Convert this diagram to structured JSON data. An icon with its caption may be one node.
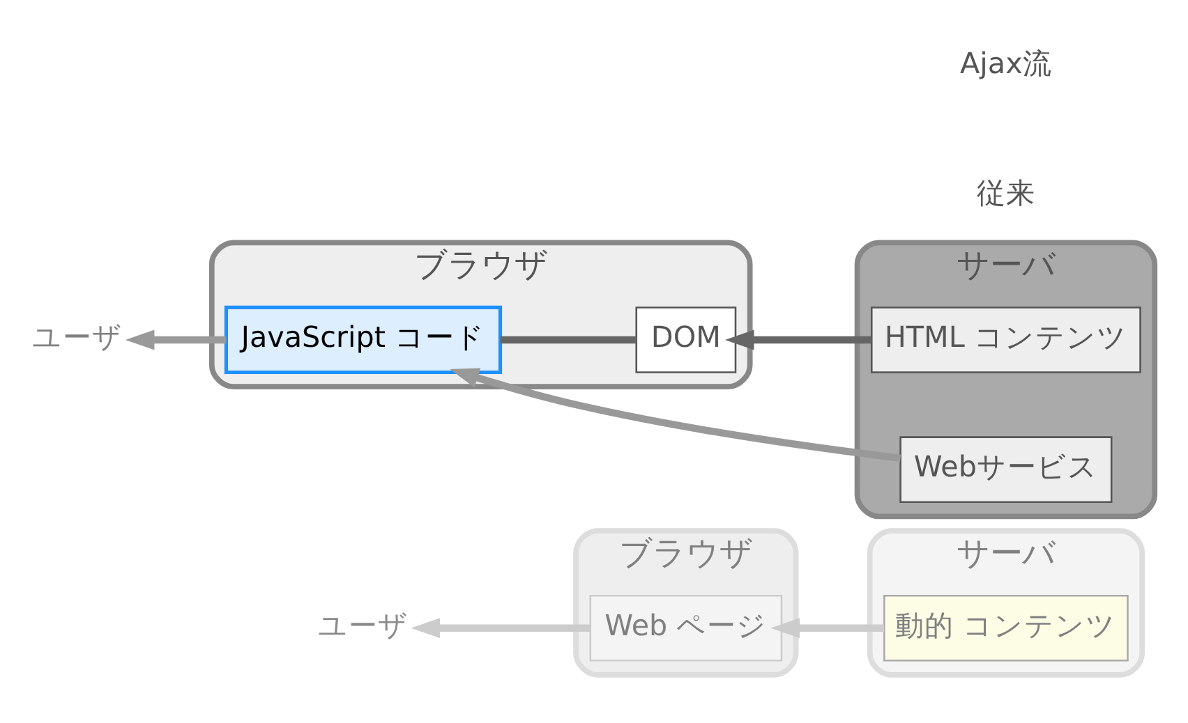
{
  "diagram": {
    "nodes": [
      {
        "text": [
          "ユーザ"
        ]
      },
      {
        "text": [
          "ブラウザ"
        ]
      },
      {
        "text": [
          "Web ページ"
        ],
        "in": 1
      },
      {
        "text": [
          "サーバ"
        ]
      },
      {
        "text": [
          "動的 コンテンツ"
        ],
        "in": 3
      },
      {
        "text": [
          "ユーザ"
        ]
      },
      {
        "text": [
          "ブラウザ"
        ]
      },
      {
        "text": [
          "DOM"
        ],
        "in": 6
      },
      {
        "text": [
          "JavaScript コード"
        ],
        "in": 6
      },
      {
        "text": [
          "サーバ"
        ]
      },
      {
        "text": [
          "HTML コンテンツ"
        ],
        "in": 9
      },
      {
        "text": [
          "Webサービス"
        ],
        "in": 9
      }
    ],
    "edges": [
      {
        "from": 4,
        "to": 2,
        "arrow": "to",
        "color": "#cccccc"
      },
      {
        "from": 2,
        "to": 0,
        "arrow": "to",
        "color": "#cccccc"
      },
      {
        "from": 10,
        "to": 7,
        "arrow": "to",
        "color": "#666666"
      },
      {
        "from": 7,
        "to": 8,
        "arrow": "none",
        "color": "#666666"
      },
      {
        "from": 11,
        "to": 8,
        "arrow": "to",
        "color": "#999999"
      },
      {
        "from": 8,
        "to": 5,
        "arrow": "to",
        "color": "#999999"
      }
    ],
    "labels": [
      "従来",
      "Ajax流"
    ]
  }
}
